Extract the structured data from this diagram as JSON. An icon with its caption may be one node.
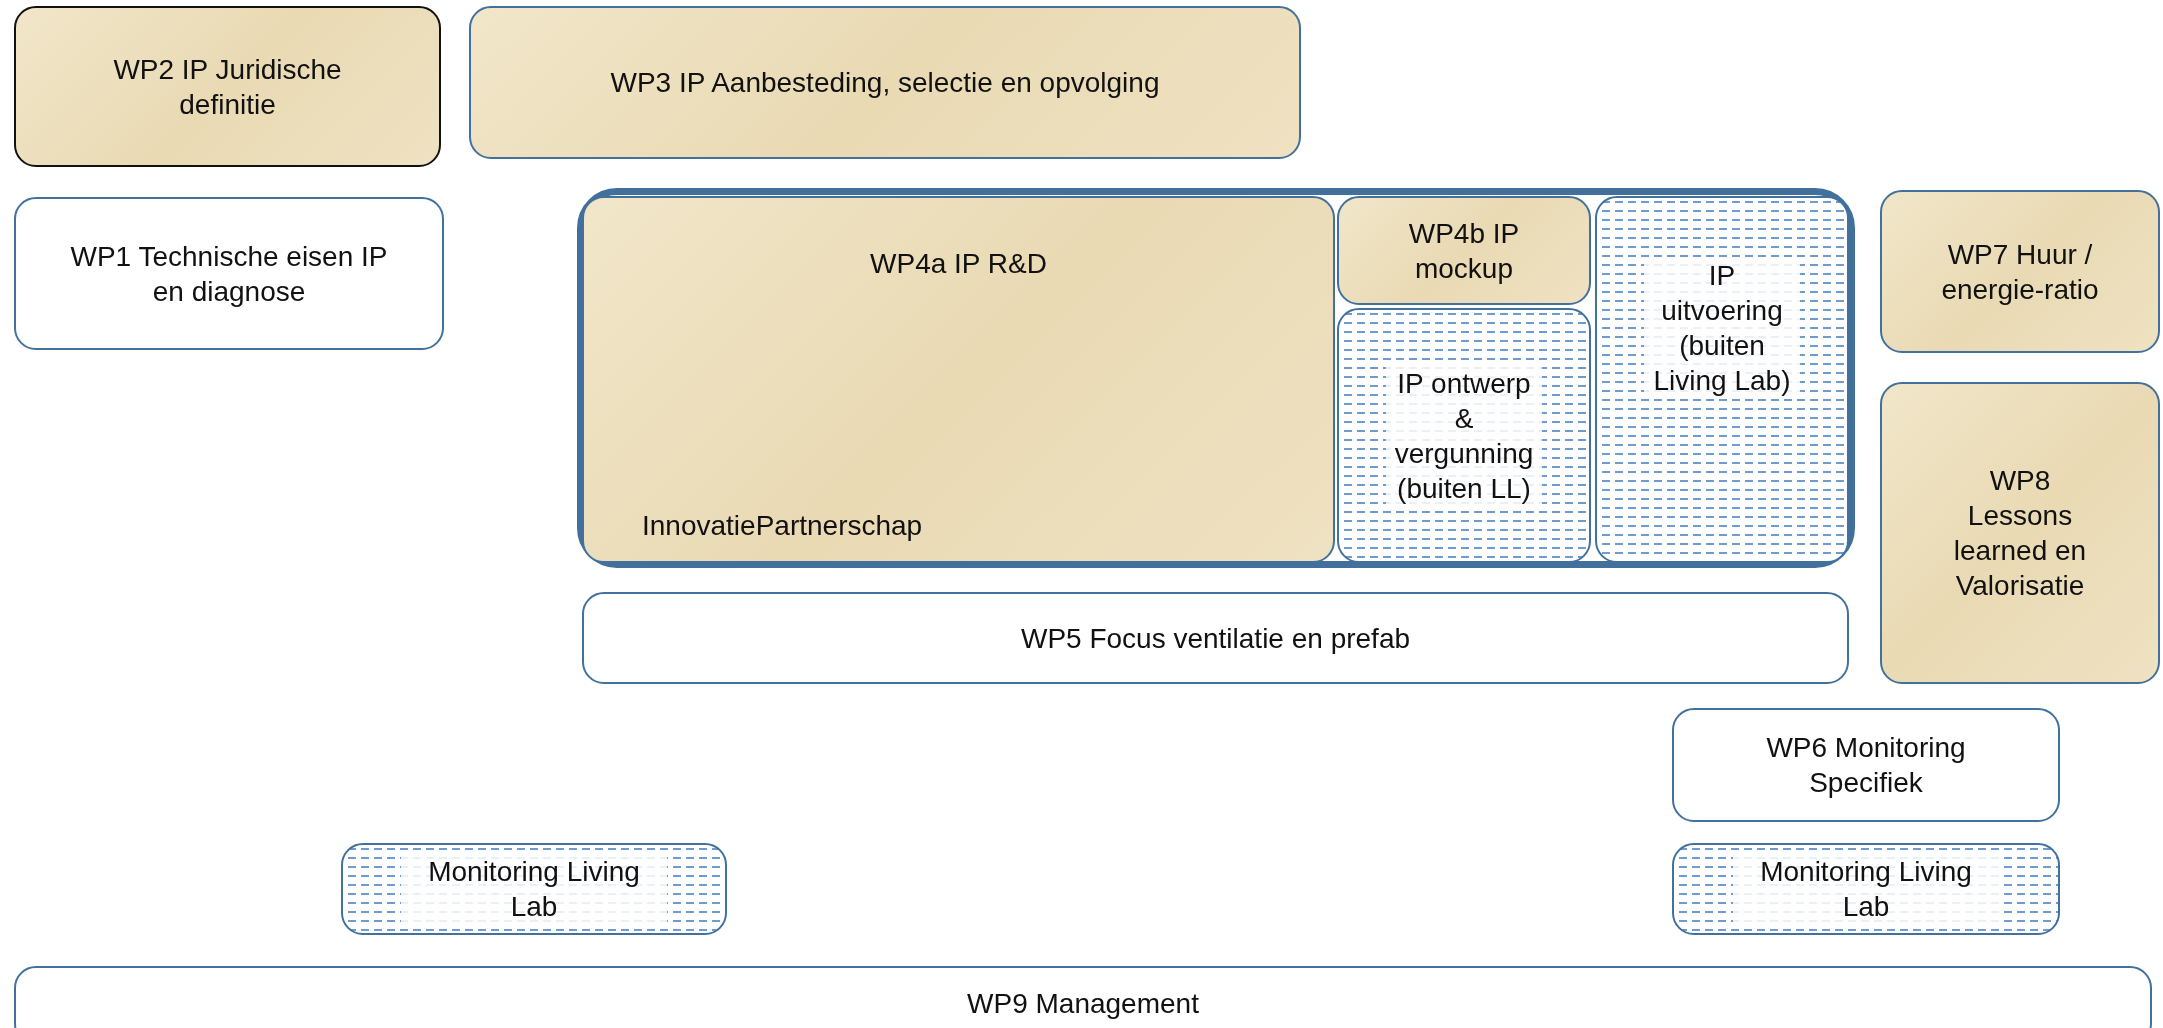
{
  "diagram": {
    "nodes": [
      {
        "text": [
          "WP2 IP Juridische definitie"
        ]
      },
      {
        "text": [
          "WP3 IP Aanbesteding, selectie en opvolging"
        ]
      },
      {
        "text": [
          "WP1 Technische eisen IP en diagnose"
        ]
      },
      {
        "text": [],
        "shape": "box"
      },
      {
        "text": [
          "WP4a IP R&D",
          "InnovatiePartnerschap"
        ],
        "in": 3
      },
      {
        "text": [
          "WP4b IP mockup"
        ],
        "in": 3
      },
      {
        "text": [
          "IP ontwerp & vergunning (buiten LL)"
        ],
        "in": 3
      },
      {
        "text": [
          "IP uitvoering (buiten Living Lab)"
        ],
        "in": 3
      },
      {
        "text": [
          "WP7 Huur / energie-ratio"
        ]
      },
      {
        "text": [
          "WP8 Lessons learned en Valorisatie"
        ]
      },
      {
        "text": [
          "WP5 Focus ventilatie en prefab"
        ]
      },
      {
        "text": [
          "WP6 Monitoring Specifiek"
        ]
      },
      {
        "text": [
          "Monitoring Living Lab"
        ]
      },
      {
        "text": [
          "Monitoring Living Lab"
        ]
      },
      {
        "text": [
          "WP9 Management"
        ]
      }
    ]
  }
}
